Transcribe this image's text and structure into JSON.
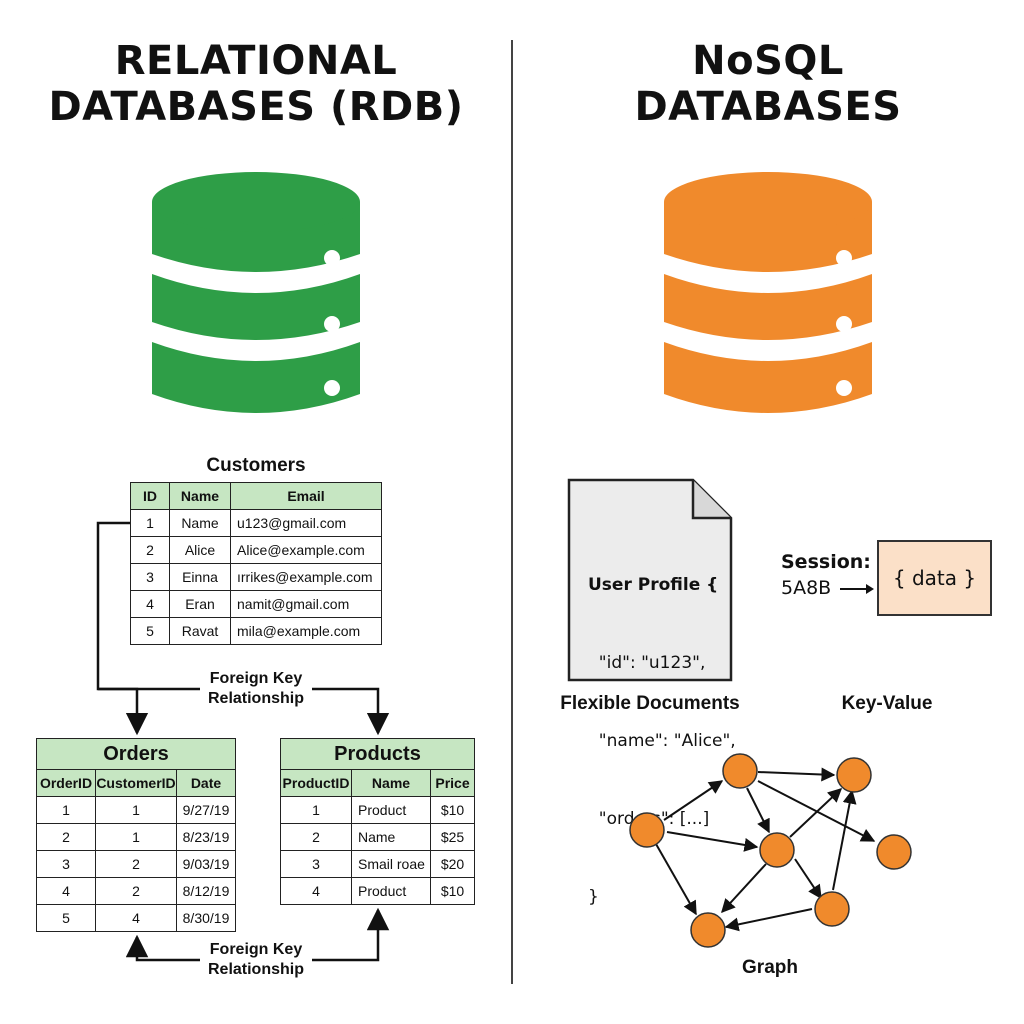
{
  "left": {
    "title_line1": "RELATIONAL",
    "title_line2": "DATABASES (RDB)",
    "color": "#2e9e47",
    "customers": {
      "caption": "Customers",
      "headers": [
        "ID",
        "Name",
        "Email"
      ],
      "rows": [
        [
          "1",
          "Name",
          "u123@gmail.com"
        ],
        [
          "2",
          "Alice",
          "Alice@example.com"
        ],
        [
          "3",
          "Einna",
          "ırrikes@example.com"
        ],
        [
          "4",
          "Eran",
          "namit@gmail.com"
        ],
        [
          "5",
          "Ravat",
          "mila@example.com"
        ]
      ]
    },
    "fk_top_line1": "Foreign Key",
    "fk_top_line2": "Relationship",
    "orders": {
      "caption": "Orders",
      "headers": [
        "OrderID",
        "CustomerID",
        "Date"
      ],
      "rows": [
        [
          "1",
          "1",
          "9/27/19"
        ],
        [
          "2",
          "1",
          "8/23/19"
        ],
        [
          "3",
          "2",
          "9/03/19"
        ],
        [
          "4",
          "2",
          "8/12/19"
        ],
        [
          "5",
          "4",
          "8/30/19"
        ]
      ]
    },
    "products": {
      "caption": "Products",
      "headers": [
        "ProductID",
        "Name",
        "Price"
      ],
      "rows": [
        [
          "1",
          "Product",
          "$10"
        ],
        [
          "2",
          "Name",
          "$25"
        ],
        [
          "3",
          "Smail roae",
          "$20"
        ],
        [
          "4",
          "Product",
          "$10"
        ]
      ]
    },
    "fk_bottom_line1": "Foreign Key",
    "fk_bottom_line2": "Relationship"
  },
  "right": {
    "title_line1": "NoSQL",
    "title_line2": "DATABASES",
    "color": "#f08a2c",
    "document": {
      "line1": "User Profile {",
      "line2": "  \"id\": \"u123\",",
      "line3": "  \"name\": \"Alice\",",
      "line4": "  \"orders\": [...]",
      "line5": "}",
      "caption": "Flexible Documents"
    },
    "keyvalue": {
      "key_label": "Session:",
      "key_value": "5A8B",
      "value_text": "{ data }",
      "caption": "Key-Value"
    },
    "graph": {
      "caption": "Graph",
      "node_color": "#f08a2c"
    }
  }
}
